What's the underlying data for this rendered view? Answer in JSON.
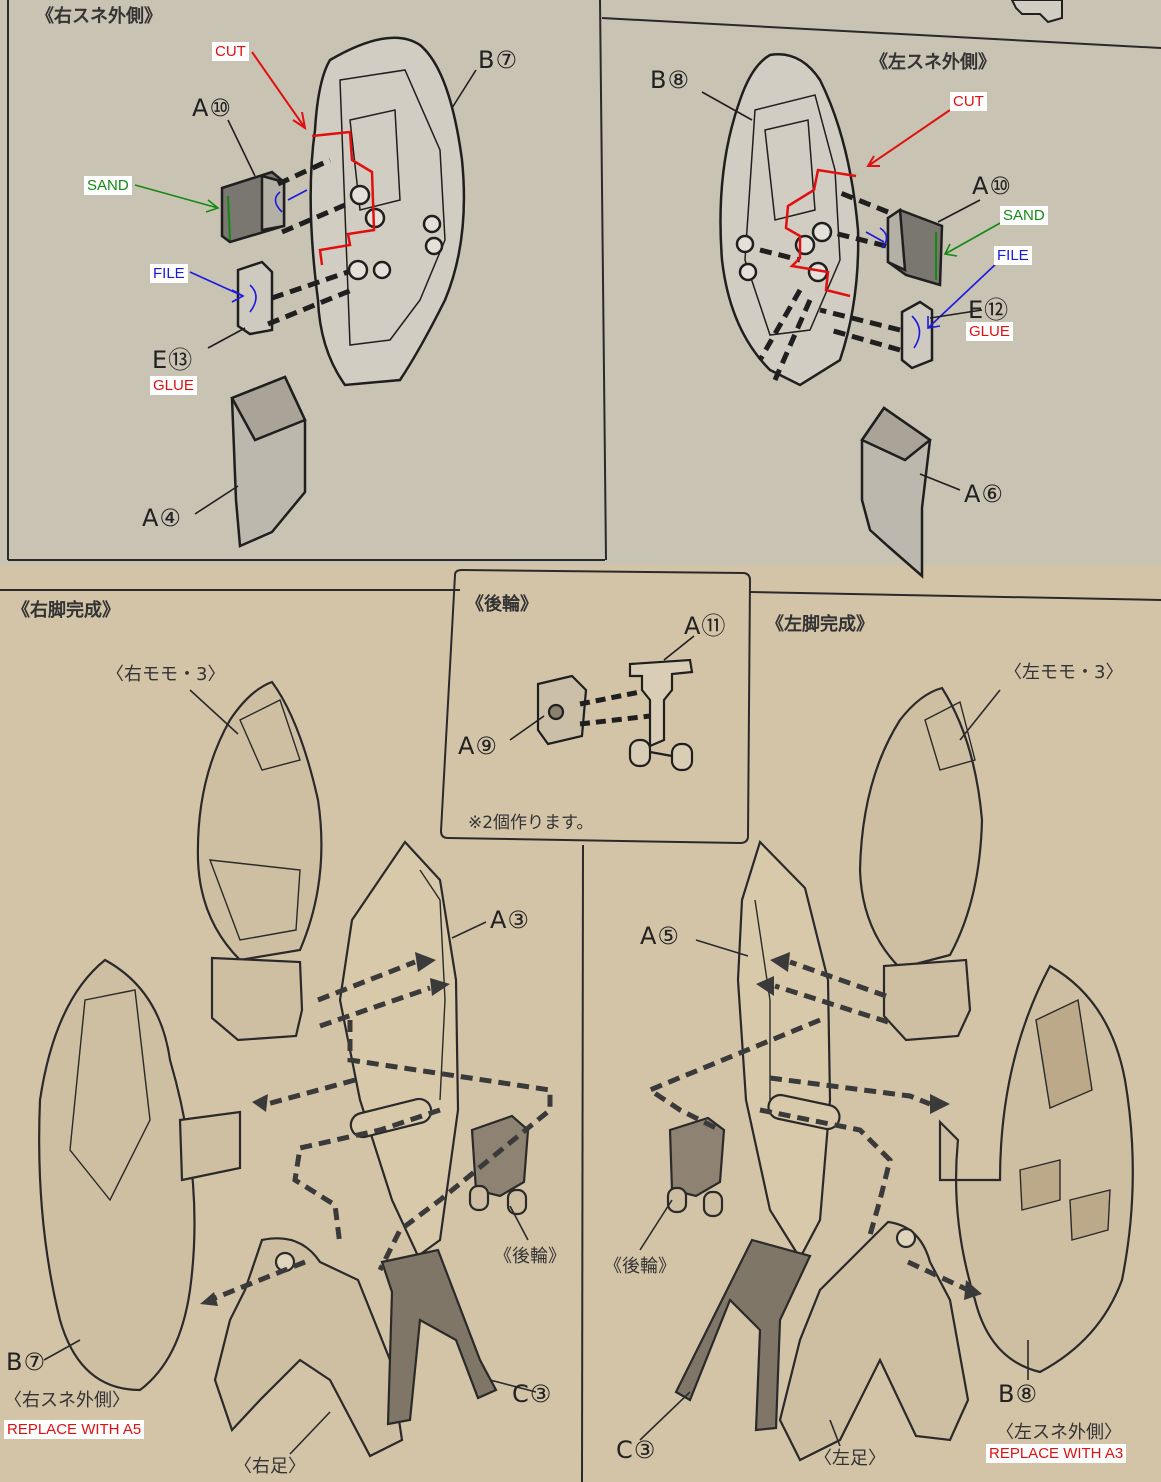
{
  "sections": {
    "top_left_title": "《右スネ外側》",
    "top_right_title": "《左スネ外側》",
    "bottom_left_title": "《右脚完成》",
    "bottom_center_title": "《後輪》",
    "bottom_right_title": "《左脚完成》"
  },
  "parts": {
    "b7_top": "B⑦",
    "a10_left": "A⑩",
    "e13": "E⑬",
    "a4": "A④",
    "b8_top": "B⑧",
    "a10_right": "A⑩",
    "e12": "E⑫",
    "a6": "A⑥",
    "a11": "A⑪",
    "a9": "A⑨",
    "a3": "A③",
    "a5": "A⑤",
    "b7_bottom": "B⑦",
    "b8_bottom": "B⑧",
    "c3_left": "C③",
    "c3_right": "C③"
  },
  "jp_labels": {
    "right_thigh": "〈右モモ・3〉",
    "left_thigh": "〈左モモ・3〉",
    "rear_wheel_left": "《後輪》",
    "rear_wheel_right": "《後輪》",
    "right_shin_outer": "〈右スネ外側〉",
    "left_shin_outer": "〈左スネ外側〉",
    "right_foot": "〈右足〉",
    "left_foot": "〈左足〉",
    "make_two": "※2個作ります。"
  },
  "annotations": {
    "cut_left": "CUT",
    "sand_left": "SAND",
    "file_left": "FILE",
    "glue_left": "GLUE",
    "cut_right": "CUT",
    "sand_right": "SAND",
    "file_right": "FILE",
    "glue_right": "GLUE",
    "replace_left": "REPLACE WITH A5",
    "replace_right": "REPLACE WITH A3"
  },
  "colors": {
    "cut_glue": "#e01010",
    "sand": "#128a12",
    "file": "#1a1ae0",
    "paper_top": "#c9c3b4",
    "paper_bottom": "#d3c4a8"
  }
}
